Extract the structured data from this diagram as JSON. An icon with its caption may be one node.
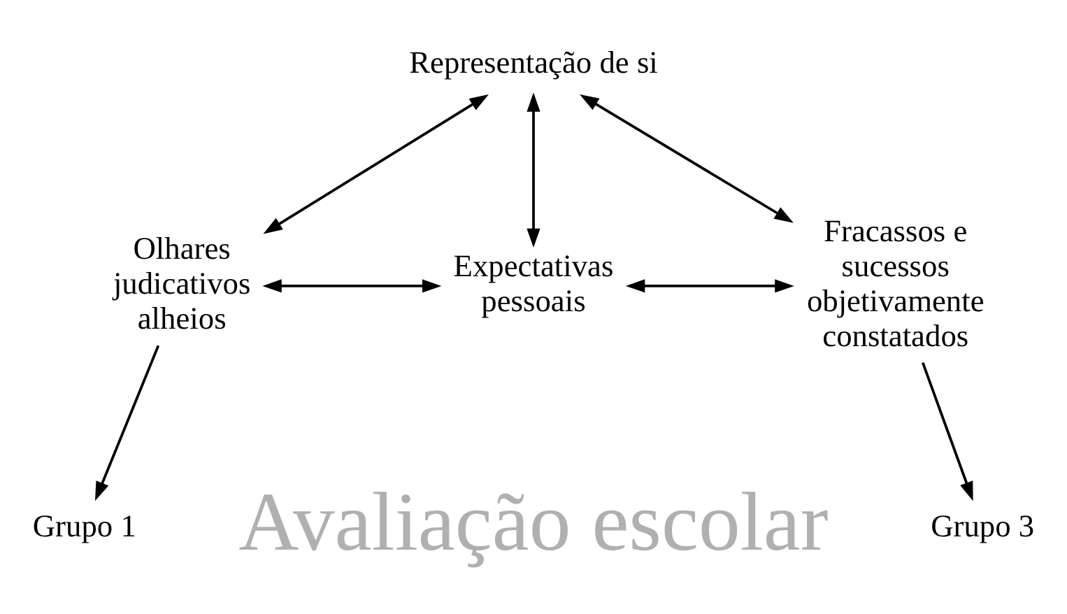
{
  "diagram": {
    "nodes": [
      {
        "text": [
          "Representação de si"
        ]
      },
      {
        "text": [
          "Olhares judicativos alheios"
        ]
      },
      {
        "text": [
          "Expectativas pessoais"
        ]
      },
      {
        "text": [
          "Fracassos e sucessos objetivamente constatados"
        ]
      },
      {
        "text": [
          "Grupo 1"
        ]
      },
      {
        "text": [
          "Grupo 3"
        ]
      }
    ],
    "edges": [
      {
        "from": 0,
        "to": 1,
        "arrow": "both"
      },
      {
        "from": 0,
        "to": 2,
        "arrow": "both"
      },
      {
        "from": 0,
        "to": 3,
        "arrow": "both"
      },
      {
        "from": 1,
        "to": 2,
        "arrow": "both"
      },
      {
        "from": 2,
        "to": 3,
        "arrow": "both"
      },
      {
        "from": 1,
        "to": 4,
        "arrow": "to"
      },
      {
        "from": 3,
        "to": 5,
        "arrow": "to"
      }
    ],
    "labels": [
      "Avaliação escolar"
    ]
  }
}
